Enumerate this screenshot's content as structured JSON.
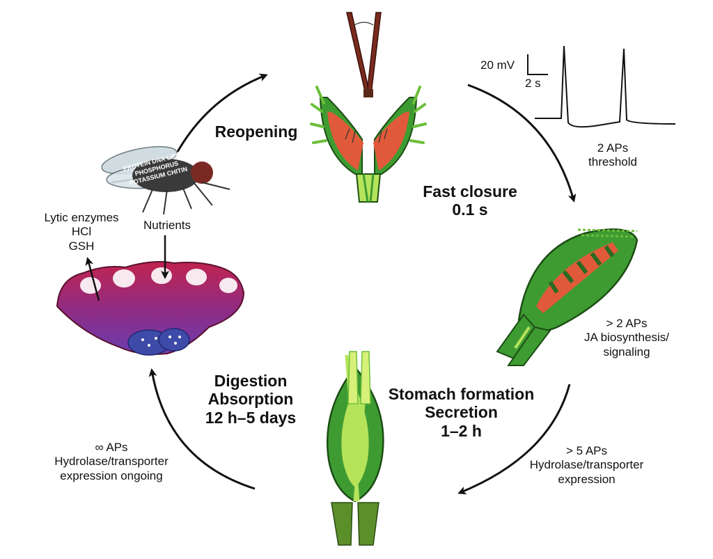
{
  "stages": {
    "reopening": "Reopening",
    "fast_closure": [
      "Fast closure",
      "0.1 s"
    ],
    "stomach": [
      "Stomach formation",
      "Secretion",
      "1–2 h"
    ],
    "digestion": [
      "Digestion",
      "Absorption",
      "12 h–5 days"
    ]
  },
  "notes": {
    "threshold": [
      "2 APs",
      "threshold"
    ],
    "ja": [
      "> 2 APs",
      "JA biosynthesis/",
      "signaling"
    ],
    "hydrolase5": [
      "> 5 APs",
      "Hydrolase/transporter",
      "expression"
    ],
    "ongoing": [
      "∞ APs",
      "Hydrolase/transporter",
      "expression ongoing"
    ],
    "gland_out": [
      "Lytic enzymes",
      "HCl",
      "GSH"
    ],
    "nutrients": "Nutrients"
  },
  "scale_bar": {
    "voltage": "20 mV",
    "time": "2 s"
  },
  "fly_words": [
    "PROTEIN",
    "DNA",
    "LIPIDS",
    "PHOSPHORUS",
    "POTASSIUM",
    "CHITIN"
  ],
  "colors": {
    "trap_red": "#e05a3a",
    "trap_green": "#3e9b32",
    "light_green": "#b5e35a",
    "gland_red": "#b8214c",
    "gland_purple": "#7a3fb0",
    "gland_blue": "#3e4aa8",
    "arrow": "#111111"
  }
}
